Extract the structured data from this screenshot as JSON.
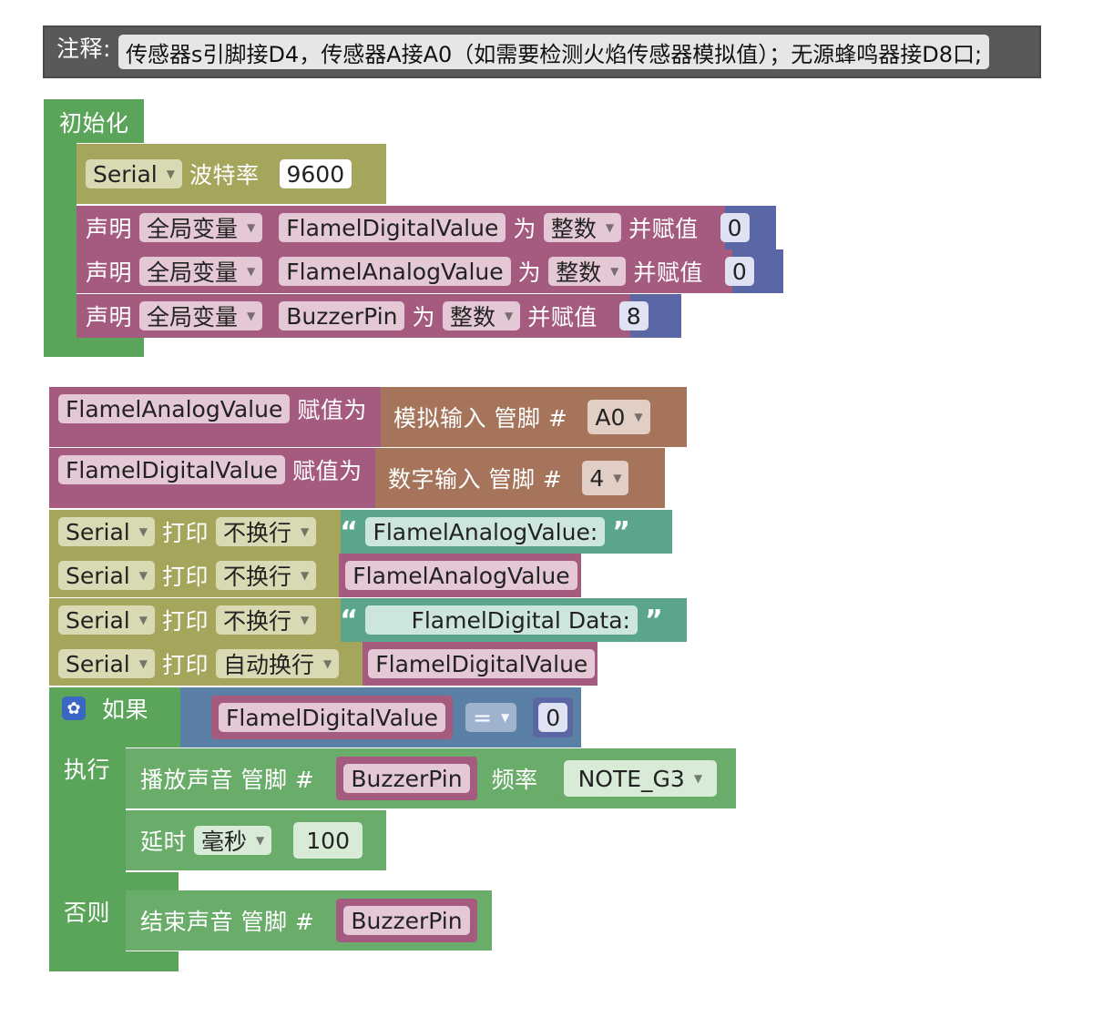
{
  "comment": {
    "label": "注释:",
    "text": "传感器s引脚接D4，传感器A接A0（如需要检测火焰传感器模拟值）；无源蜂鸣器接D8口;"
  },
  "setup": {
    "title": "初始化",
    "serial": {
      "port": "Serial",
      "label": "波特率",
      "baud": "9600"
    },
    "declarations": [
      {
        "declare": "声明",
        "scope": "全局变量",
        "name": "FlamelDigitalValue",
        "as": "为",
        "type": "整数",
        "assign": "并赋值",
        "value": "0"
      },
      {
        "declare": "声明",
        "scope": "全局变量",
        "name": "FlamelAnalogValue",
        "as": "为",
        "type": "整数",
        "assign": "并赋值",
        "value": "0"
      },
      {
        "declare": "声明",
        "scope": "全局变量",
        "name": "BuzzerPin",
        "as": "为",
        "type": "整数",
        "assign": "并赋值",
        "value": "8"
      }
    ]
  },
  "loop": {
    "assign_analog": {
      "var": "FlamelAnalogValue",
      "label": "赋值为",
      "func": "模拟输入 管脚 #",
      "pin": "A0"
    },
    "assign_digital": {
      "var": "FlamelDigitalValue",
      "label": "赋值为",
      "func": "数字输入 管脚 #",
      "pin": "4"
    },
    "prints": [
      {
        "port": "Serial",
        "label": "打印",
        "mode": "不换行",
        "kind": "text",
        "value": "FlamelAnalogValue:"
      },
      {
        "port": "Serial",
        "label": "打印",
        "mode": "不换行",
        "kind": "var",
        "value": "FlamelAnalogValue"
      },
      {
        "port": "Serial",
        "label": "打印",
        "mode": "不换行",
        "kind": "text",
        "value": "FlamelDigital Data:"
      },
      {
        "port": "Serial",
        "label": "打印",
        "mode": "自动换行",
        "kind": "var",
        "value": "FlamelDigitalValue"
      }
    ],
    "quote_open": "“",
    "quote_close": "”",
    "if_block": {
      "if_label": "如果",
      "cond_var": "FlamelDigitalValue",
      "operator": "=",
      "cond_value": "0",
      "do_label": "执行",
      "tone": {
        "label": "播放声音 管脚 #",
        "pin": "BuzzerPin",
        "freq_label": "频率",
        "note": "NOTE_G3"
      },
      "delay": {
        "label": "延时",
        "unit": "毫秒",
        "value": "100"
      },
      "else_label": "否则",
      "notone": {
        "label": "结束声音 管脚 #",
        "pin": "BuzzerPin"
      }
    }
  }
}
